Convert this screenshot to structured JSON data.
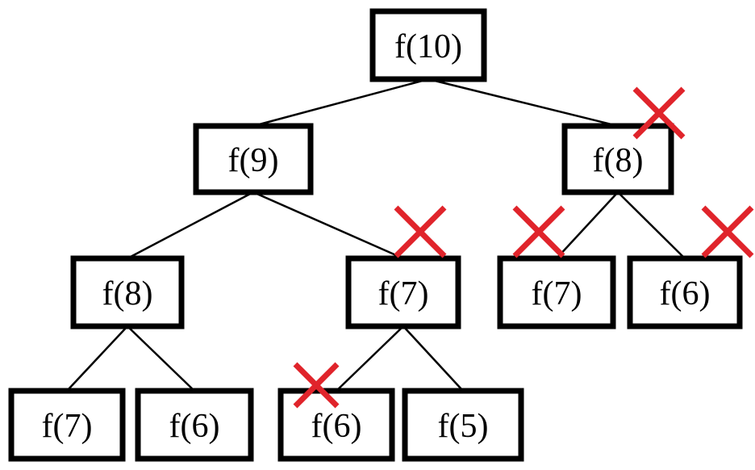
{
  "diagram": {
    "type": "recursion-tree",
    "cross_color": "#e0242b",
    "nodes": [
      {
        "id": "n10",
        "label": "f(10)",
        "pruned": false
      },
      {
        "id": "n9",
        "label": "f(9)",
        "pruned": false
      },
      {
        "id": "n8r",
        "label": "f(8)",
        "pruned": true
      },
      {
        "id": "n8l",
        "label": "f(8)",
        "pruned": false
      },
      {
        "id": "n7m",
        "label": "f(7)",
        "pruned": true
      },
      {
        "id": "n7r",
        "label": "f(7)",
        "pruned": true
      },
      {
        "id": "n6r",
        "label": "f(6)",
        "pruned": true
      },
      {
        "id": "n7l",
        "label": "f(7)",
        "pruned": false
      },
      {
        "id": "n6l",
        "label": "f(6)",
        "pruned": false
      },
      {
        "id": "n6m",
        "label": "f(6)",
        "pruned": true
      },
      {
        "id": "n5",
        "label": "f(5)",
        "pruned": false
      }
    ],
    "edges": [
      [
        "n10",
        "n9"
      ],
      [
        "n10",
        "n8r"
      ],
      [
        "n9",
        "n8l"
      ],
      [
        "n9",
        "n7m"
      ],
      [
        "n8r",
        "n7r"
      ],
      [
        "n8r",
        "n6r"
      ],
      [
        "n8l",
        "n7l"
      ],
      [
        "n8l",
        "n6l"
      ],
      [
        "n7m",
        "n6m"
      ],
      [
        "n7m",
        "n5"
      ]
    ]
  }
}
